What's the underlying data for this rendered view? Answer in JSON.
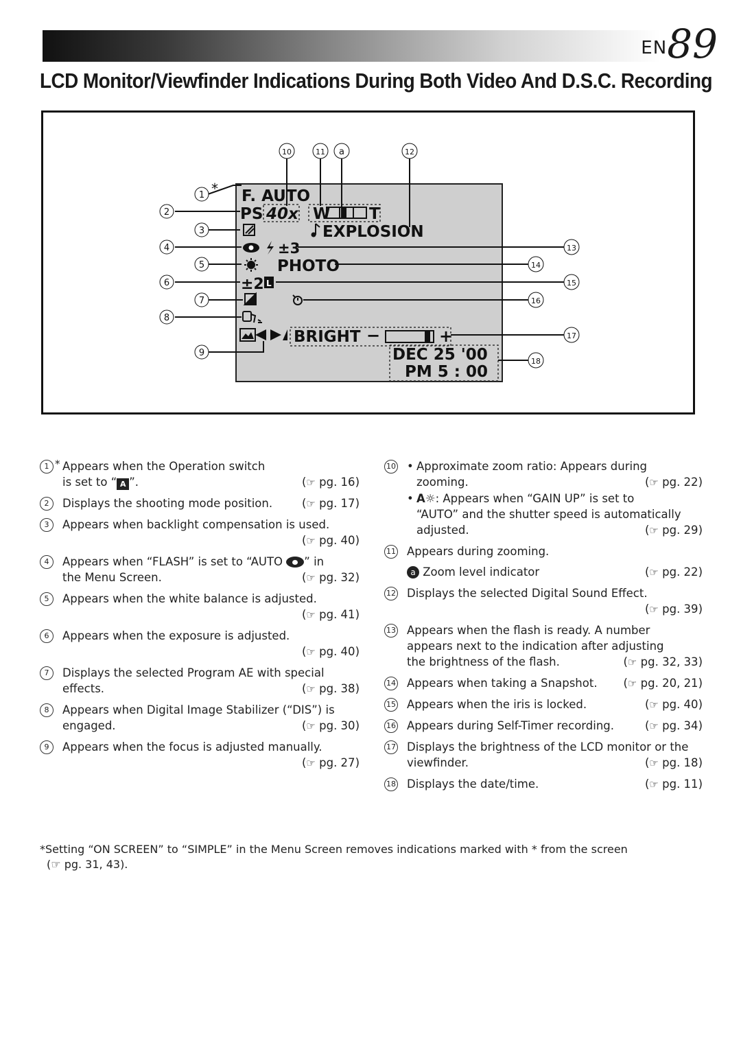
{
  "header": {
    "prefix": "EN",
    "page_number": "89"
  },
  "title": "LCD Monitor/Viewfinder Indications During Both Video And D.S.C. Recording",
  "diagram": {
    "screen": {
      "focus_mode": "F. AUTO",
      "ps_label": "PS",
      "zoom_ratio": "40x",
      "zoom_wide": "W",
      "zoom_tele": "T",
      "sound_effect": "EXPLOSION",
      "flash_compensation": "±3",
      "snapshot_mode": "PHOTO",
      "exposure": "±2",
      "bright_label": "BRIGHT",
      "bright_minus": "−",
      "bright_plus": "+",
      "date": "DEC 25 '00",
      "time": "PM  5 : 00"
    },
    "callouts": [
      "1",
      "2",
      "3",
      "4",
      "5",
      "6",
      "7",
      "8",
      "9",
      "10",
      "11",
      "a",
      "12",
      "13",
      "14",
      "15",
      "16",
      "17",
      "18"
    ],
    "asterisk": "*"
  },
  "left_entries": [
    {
      "num": "1",
      "star": "*",
      "lines": [
        {
          "text": "Appears when the Operation switch"
        },
        {
          "text_pre": "is set to “",
          "icon": "A",
          "text_post": "”.",
          "ref": "pg. 16"
        }
      ]
    },
    {
      "num": "2",
      "lines": [
        {
          "text": "Displays the shooting mode position.",
          "ref": "pg. 17"
        }
      ]
    },
    {
      "num": "3",
      "lines": [
        {
          "text": "Appears when backlight compensation is used."
        },
        {
          "ref": "pg. 40"
        }
      ]
    },
    {
      "num": "4",
      "lines": [
        {
          "text_pre": "Appears when “FLASH” is set to “AUTO ",
          "text_post": "” in"
        },
        {
          "text": "the Menu Screen.",
          "ref": "pg. 32"
        }
      ]
    },
    {
      "num": "5",
      "lines": [
        {
          "text": "Appears when the white balance is adjusted."
        },
        {
          "ref": "pg. 41"
        }
      ]
    },
    {
      "num": "6",
      "lines": [
        {
          "text": "Appears when the exposure is adjusted."
        },
        {
          "ref": "pg. 40"
        }
      ]
    },
    {
      "num": "7",
      "lines": [
        {
          "text": "Displays the selected Program AE with special"
        },
        {
          "text": "effects.",
          "ref": "pg. 38"
        }
      ]
    },
    {
      "num": "8",
      "lines": [
        {
          "text": "Appears when Digital Image Stabilizer (“DIS”) is"
        },
        {
          "text": "engaged.",
          "ref": "pg. 30"
        }
      ]
    },
    {
      "num": "9",
      "lines": [
        {
          "text": "Appears when the focus is adjusted manually."
        },
        {
          "ref": "pg. 27"
        }
      ]
    }
  ],
  "right_entries": {
    "e10": {
      "num": "10",
      "b1_l1": "Approximate zoom ratio: Appears during",
      "b1_l2": "zooming.",
      "b1_ref": "pg. 22",
      "b2_icon": "A☼",
      "b2_l1": ": Appears when “GAIN UP” is set to",
      "b2_l2": "“AUTO” and the shutter speed is automatically",
      "b2_l3": "adjusted.",
      "b2_ref": "pg. 29"
    },
    "e11": {
      "num": "11",
      "l1": "Appears during zooming.",
      "sub_letter": "a",
      "sub_text": "Zoom level indicator",
      "sub_ref": "pg. 22"
    },
    "e12": {
      "num": "12",
      "l1": "Displays the selected Digital Sound Effect.",
      "ref": "pg. 39"
    },
    "e13": {
      "num": "13",
      "l1": "Appears when the flash is ready. A number",
      "l2": "appears next to the indication after adjusting",
      "l3": "the brightness of the flash.",
      "ref": "pg. 32, 33"
    },
    "e14": {
      "num": "14",
      "l1": "Appears when taking a Snapshot.",
      "ref": "pg. 20, 21"
    },
    "e15": {
      "num": "15",
      "l1": "Appears when the iris is locked.",
      "ref": "pg. 40"
    },
    "e16": {
      "num": "16",
      "l1": "Appears during Self-Timer recording.",
      "ref": "pg. 34"
    },
    "e17": {
      "num": "17",
      "l1": "Displays the brightness of the LCD monitor or the",
      "l2": "viewfinder.",
      "ref": "pg. 18"
    },
    "e18": {
      "num": "18",
      "l1": "Displays the date/time.",
      "ref": "pg. 11"
    }
  },
  "footnote": {
    "line1": "*Setting “ON SCREEN” to “SIMPLE” in the Menu Screen removes indications marked with * from the screen",
    "line2": "pg. 31, 43)."
  },
  "icons": {
    "ref_hand": "☞"
  }
}
